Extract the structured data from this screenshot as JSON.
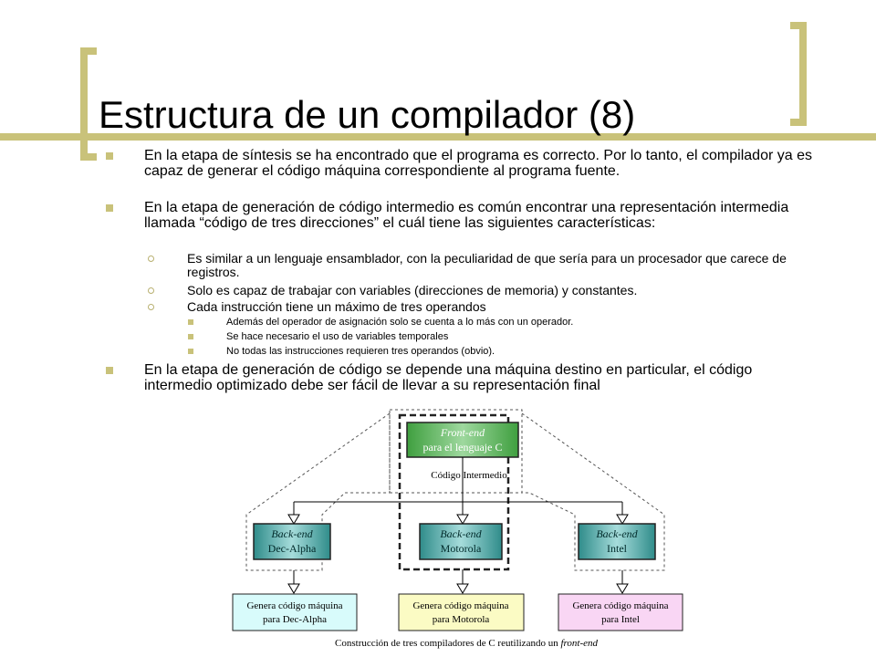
{
  "slide": {
    "title": "Estructura de un compilador (8)",
    "bullets": [
      {
        "text": "En la etapa de síntesis se ha encontrado que el programa es correcto. Por lo tanto, el compilador ya es capaz de generar el código máquina correspondiente al programa fuente."
      },
      {
        "text": "En la etapa de generación de código intermedio es común encontrar una representación intermedia llamada “código de tres direcciones” el cuál tiene las siguientes características:",
        "sub": [
          {
            "text": "Es similar a un lenguaje ensamblador, con la peculiaridad de que sería para un procesador que carece de registros."
          },
          {
            "text": "Solo es capaz de trabajar con variables (direcciones de memoria) y constantes."
          },
          {
            "text": "Cada instrucción tiene un máximo de tres operandos",
            "sub": [
              "Además del operador de asignación solo se cuenta a lo más con un operador.",
              "Se hace necesario el uso de variables temporales",
              "No todas las instrucciones requieren tres operandos (obvio)."
            ]
          }
        ]
      },
      {
        "text": "En la etapa de generación de código se depende una máquina destino en particular, el código intermedio optimizado debe ser fácil de llevar a su representación final"
      }
    ]
  },
  "diagram": {
    "front_end": {
      "line1": "Front-end",
      "line2": "para el lenguaje C"
    },
    "intermediate_label": "Código Intermedio",
    "back_ends": [
      {
        "line1": "Back-end",
        "line2": "Dec-Alpha"
      },
      {
        "line1": "Back-end",
        "line2": "Motorola"
      },
      {
        "line1": "Back-end",
        "line2": "Intel"
      }
    ],
    "outputs": [
      {
        "line1": "Genera código máquina",
        "line2": "para Dec-Alpha"
      },
      {
        "line1": "Genera código máquina",
        "line2": "para Motorola"
      },
      {
        "line1": "Genera código máquina",
        "line2": "para Intel"
      }
    ],
    "caption_prefix": "Construcción de tres compiladores de C reutilizando un",
    "caption_emphasis": "front-end"
  },
  "colors": {
    "accent": "#c9c27a",
    "front_end_fill": "#5fb85f",
    "back_end_fill": "#3e9f9c",
    "output_dec": "#d8fbfb",
    "output_motorola": "#fbfbc4",
    "output_intel": "#f9d6f4"
  }
}
